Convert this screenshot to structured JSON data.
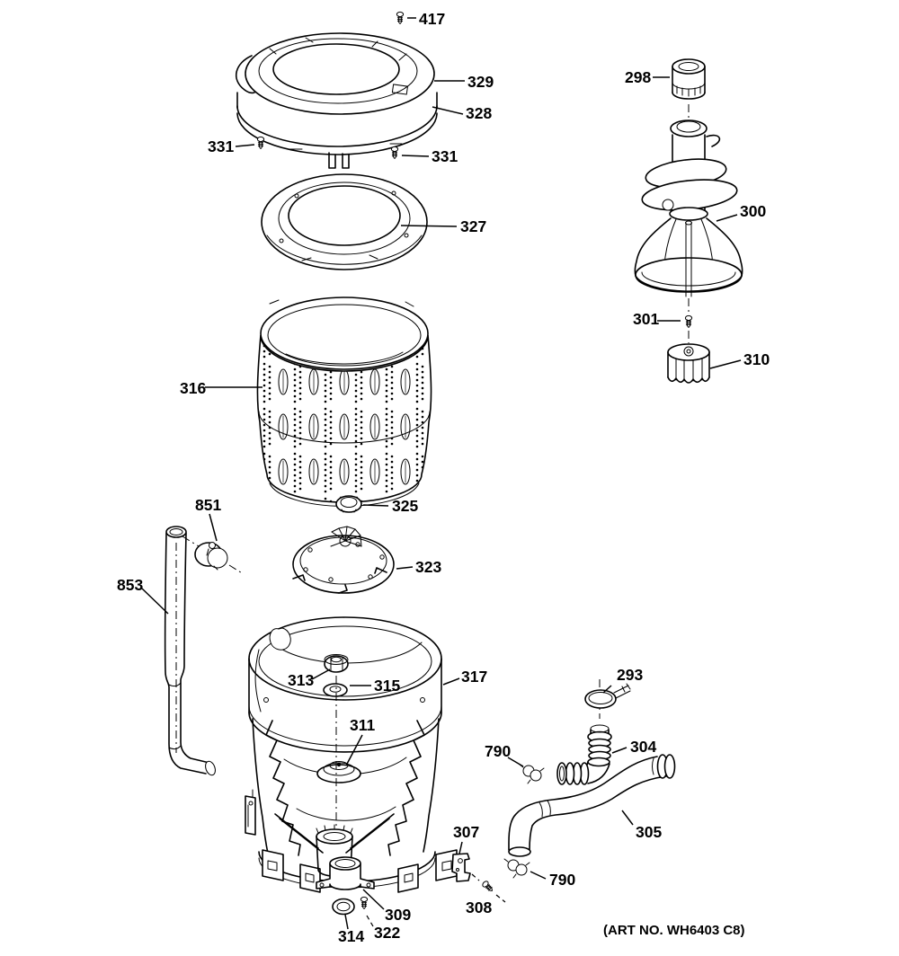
{
  "figure": {
    "art_no": "(ART NO. WH6403 C8)",
    "background_color": "#ffffff",
    "line_color": "#000000"
  },
  "callouts": {
    "c417": "417",
    "c329": "329",
    "c328": "328",
    "c331": "331",
    "c327": "327",
    "c316": "316",
    "c325": "325",
    "c298": "298",
    "c300": "300",
    "c301": "301",
    "c310": "310",
    "c851": "851",
    "c853": "853",
    "c323": "323",
    "c313": "313",
    "c315": "315",
    "c311": "311",
    "c317": "317",
    "c293": "293",
    "c304": "304",
    "c305": "305",
    "c790": "790",
    "c307": "307",
    "c308": "308",
    "c309": "309",
    "c322": "322",
    "c314": "314"
  }
}
